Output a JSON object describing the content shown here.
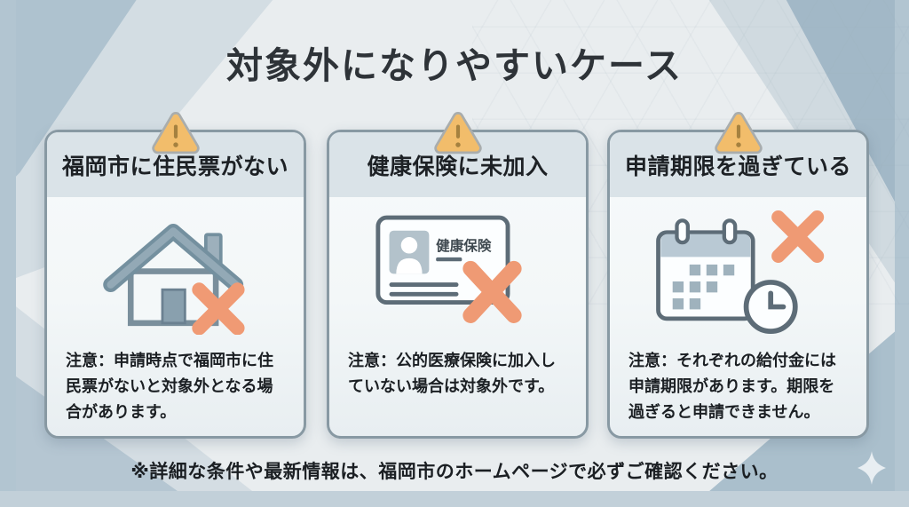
{
  "title": "対象外になりやすいケース",
  "cards": [
    {
      "heading": "福岡市に住民票がない",
      "icon": "house-with-x-icon",
      "note": "注意：申請時点で福岡市に住民票がないと対象外となる場合があります。"
    },
    {
      "heading": "健康保険に未加入",
      "icon": "insurance-card-with-x-icon",
      "icon_label": "健康保険",
      "note": "注意：公的医療保険に加入していない場合は対象外です。"
    },
    {
      "heading": "申請期限を過ぎている",
      "icon": "calendar-clock-with-x-icon",
      "note": "注意：それぞれの給付金には申請期限があります。期限を過ぎると申請できません。"
    }
  ],
  "footer": {
    "note": "※詳細な条件や最新情報は、福岡市のホームページで必ずご確認ください。"
  },
  "icons": {
    "warning": "warning-triangle-icon",
    "decoration": "sparkle-icon"
  },
  "colors": {
    "warning_triangle": "#f2bd6b",
    "x_mark": "#ef9a74",
    "icon_outline": "#5d6c77",
    "icon_slate_fill": "#9fb2bd",
    "card_header_bg": "#dae3e8",
    "card_border": "#8899a3",
    "frame_blue": "#b2c5d1",
    "background_light": "#e9edef",
    "text_dark": "#1b1f23"
  }
}
